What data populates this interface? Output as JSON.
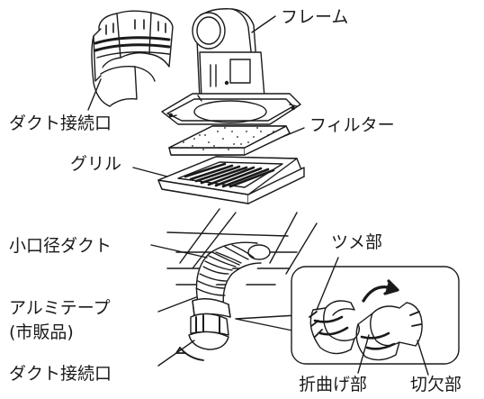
{
  "labels": {
    "frame": "フレーム",
    "duct_connector_top": "ダクト接続口",
    "filter": "フィルター",
    "grille": "グリル",
    "small_duct": "小口径ダクト",
    "aluminum_tape": "アルミテープ",
    "aluminum_tape_note": "(市販品)",
    "duct_connector_bottom": "ダクト接続口",
    "claw": "ツメ部",
    "fold": "折曲げ部",
    "notch": "切欠部"
  }
}
